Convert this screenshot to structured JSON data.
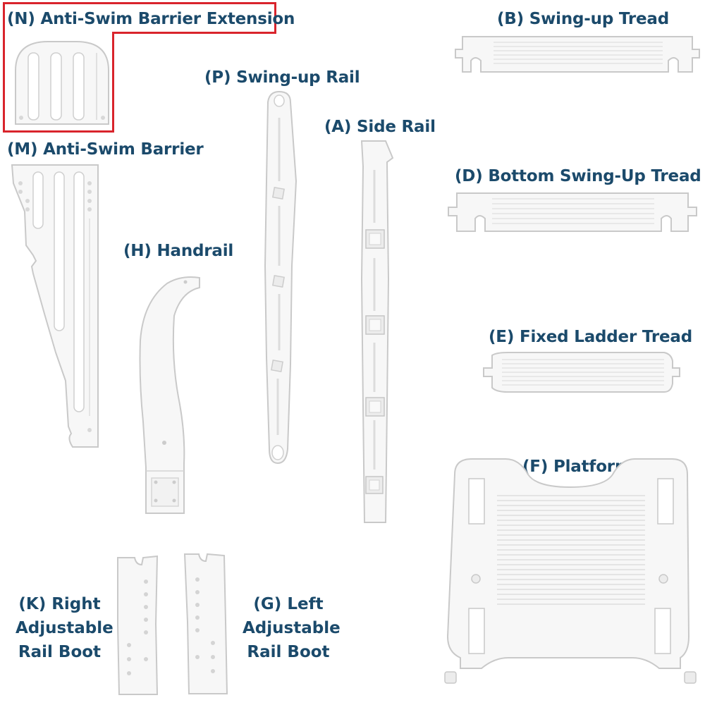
{
  "parts": {
    "n": {
      "label": "(N) Anti-Swim Barrier Extension"
    },
    "b": {
      "label": "(B) Swing-up Tread"
    },
    "p": {
      "label": "(P) Swing-up Rail"
    },
    "a": {
      "label": "(A) Side Rail"
    },
    "m": {
      "label": "(M) Anti-Swim Barrier"
    },
    "d": {
      "label": "(D) Bottom Swing-Up Tread"
    },
    "h": {
      "label": "(H) Handrail"
    },
    "e": {
      "label": "(E) Fixed Ladder Tread"
    },
    "f": {
      "label": "(F) Platform"
    },
    "k": {
      "line1": "(K) Right",
      "line2": "Adjustable",
      "line3": "Rail Boot"
    },
    "g": {
      "line1": "(G) Left",
      "line2": "Adjustable",
      "line3": "Rail Boot"
    }
  },
  "colors": {
    "label_text": "#1b4a6b",
    "highlight": "#d9242c",
    "part_fill": "#f7f7f7",
    "part_stroke": "#c9c9c9"
  }
}
